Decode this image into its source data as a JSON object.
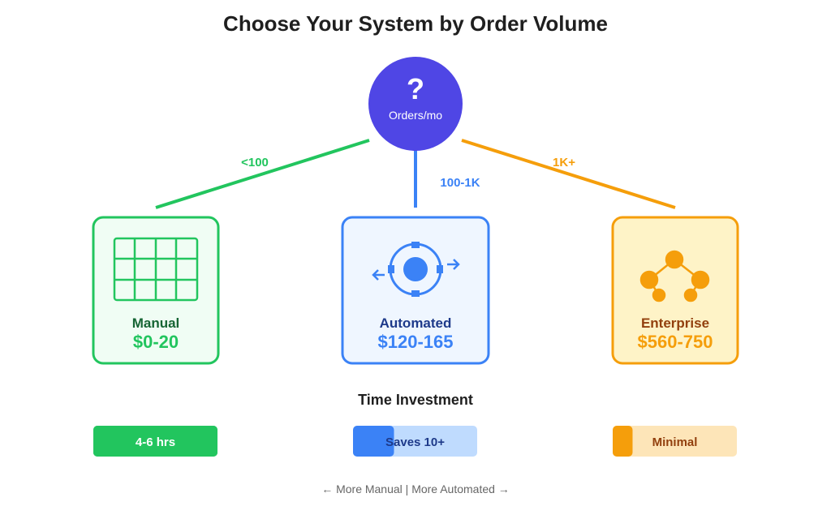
{
  "title": "Choose Your System by Order Volume",
  "root": {
    "symbol": "?",
    "label": "Orders/mo",
    "color": "#4f46e5"
  },
  "branches": [
    {
      "range": "<100",
      "name": "Manual",
      "price": "$0-20",
      "icon": "grid-icon",
      "color": "#22c55e",
      "name_color": "#166534",
      "bg": "#f0fdf4"
    },
    {
      "range": "100-1K",
      "name": "Automated",
      "price": "$120-165",
      "icon": "automation-target-icon",
      "color": "#3b82f6",
      "name_color": "#1e3a8a",
      "bg": "#eff6ff"
    },
    {
      "range": "1K+",
      "name": "Enterprise",
      "price": "$560-750",
      "icon": "network-tree-icon",
      "color": "#f59e0b",
      "name_color": "#92400e",
      "bg": "#fef3c7"
    }
  ],
  "time": {
    "heading": "Time Investment",
    "bars": [
      {
        "label": "4-6 hrs",
        "fill": 1.0,
        "color": "#22c55e",
        "track": "#22c55e",
        "text_color": "#ffffff"
      },
      {
        "label": "Saves 10+",
        "fill": 0.33,
        "color": "#3b82f6",
        "track": "#bfdbfe",
        "text_color": "#1e3a8a"
      },
      {
        "label": "Minimal",
        "fill": 0.16,
        "color": "#f59e0b",
        "track": "#fde5b8",
        "text_color": "#92400e"
      }
    ]
  },
  "footer": "← More Manual | More Automated →"
}
